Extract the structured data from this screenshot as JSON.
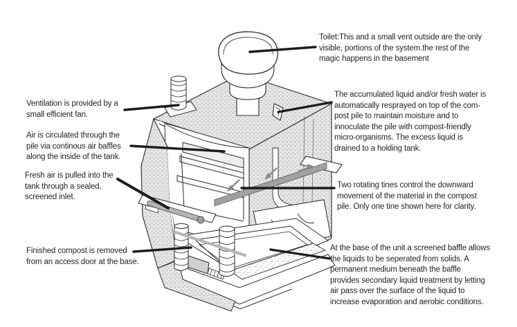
{
  "figure": {
    "background": "#ffffff",
    "ink": "#231f20",
    "leader_color": "#1c1c1c",
    "tine_gray": "#a0a0a0",
    "stipple_gray": "#9a9a9a"
  },
  "annotations": [
    {
      "id": "toilet",
      "text": "Toilet:This and a small vent outside are the only\nvisible, portions of the system.the rest of the\nmagic happens in the basement"
    },
    {
      "id": "ventilation-fan",
      "text": "Ventilation is provided by a\nsmall efficient fan."
    },
    {
      "id": "air-baffles",
      "text": "Air is circulated through the\npile via continous air baffles\nalong the inside of the tank."
    },
    {
      "id": "fresh-air-inlet",
      "text": "Fresh air is pulled into the\ntank through a sealed,\nscreened inlet."
    },
    {
      "id": "finished-compost",
      "text": "Finished compost is removed\nfrom an access door at the base."
    },
    {
      "id": "resprayed-liquid",
      "text": "The accumulated liquid and/or fresh water is\nautomatically resprayed on top of the com-\npost pile to maintain moisture and to\ninnoculate the pile with compost-friendly\nmicro-organisms. The excess liquid is\ndrained to a holding tank."
    },
    {
      "id": "rotating-tines",
      "text": "Two rotating tines control the downward\nmovement of the material in the compost\npile. Only one tine shown here for clarity."
    },
    {
      "id": "screened-baffle",
      "text": "At the base of the unit a screened baffle allows\nthe liquids to be seperated from solids. A\npermanent medium beneath the baffle\nprovides secondary liquid treatment by letting\nair pass over the surface of the liquid to\nincrease evaporation and aerobic conditions."
    }
  ],
  "diagram_parts": [
    "toilet",
    "vent-fan-pipe",
    "tank-top",
    "tank-left-wall",
    "tank-right-wall",
    "compost-chamber",
    "air-baffle-strips",
    "spray-nozzle",
    "side-shelf",
    "fresh-air-inlet-tube",
    "rotating-tine-bar",
    "airflow-arrows",
    "access-door",
    "corrugated-pillars",
    "liquid-tray",
    "screen-grille",
    "base-hull"
  ]
}
